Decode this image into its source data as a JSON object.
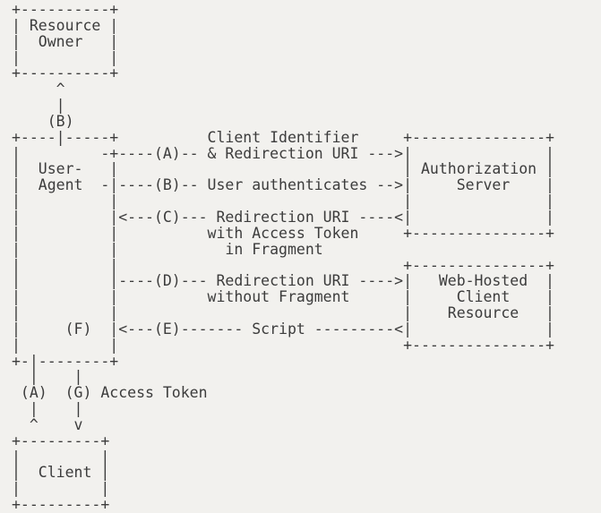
{
  "page": {
    "background_color": "#f2f1ee",
    "text_color": "#3c3c3c"
  },
  "ascii_diagram": {
    "lines": [
      "+----------+",
      "| Resource |",
      "|  Owner   |",
      "|          |",
      "+----------+",
      "     ^",
      "     |",
      "    (B)",
      "+----|-----+          Client Identifier     +---------------+",
      "|         -+----(A)-- & Redirection URI --->|               |",
      "|  User-   |                                | Authorization |",
      "|  Agent  -|----(B)-- User authenticates -->|     Server    |",
      "|          |                                |               |",
      "|          |<---(C)--- Redirection URI ----<|               |",
      "|          |          with Access Token     +---------------+",
      "|          |            in Fragment",
      "|          |                                +---------------+",
      "|          |----(D)--- Redirection URI ---->|   Web-Hosted  |",
      "|          |          without Fragment      |     Client    |",
      "|          |                                |    Resource   |",
      "|     (F)  |<---(E)------- Script ---------<|               |",
      "|          |                                +---------------+",
      "+-|--------+",
      "  |    |",
      " (A)  (G) Access Token",
      "  |    |",
      "  ^    v",
      "+---------+",
      "|         |",
      "|  Client |",
      "|         |",
      "+---------+"
    ],
    "boxes": [
      "Resource Owner",
      "User-Agent",
      "Authorization Server",
      "Web-Hosted Client Resource",
      "Client"
    ],
    "flow_steps": [
      {
        "step": "(A)",
        "label": "Client Identifier & Redirection URI"
      },
      {
        "step": "(B)",
        "label": "User authenticates"
      },
      {
        "step": "(C)",
        "label": "Redirection URI with Access Token in Fragment"
      },
      {
        "step": "(D)",
        "label": "Redirection URI without Fragment"
      },
      {
        "step": "(E)",
        "label": "Script"
      },
      {
        "step": "(F)",
        "label": ""
      },
      {
        "step": "(G)",
        "label": "Access Token"
      }
    ]
  }
}
